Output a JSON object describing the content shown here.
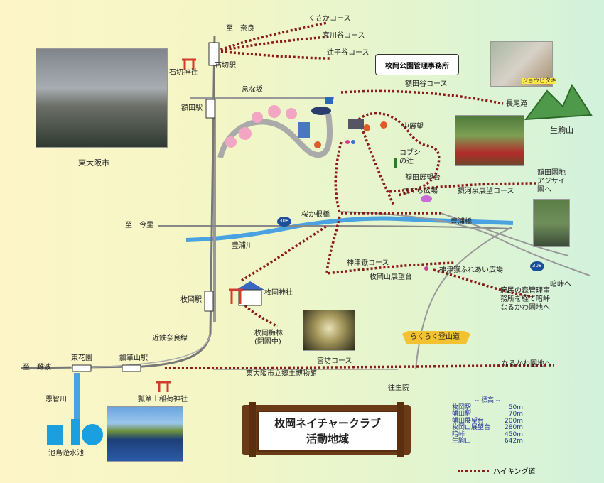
{
  "title": {
    "line1": "枚岡ネイチャークラブ",
    "line2": "活動地域"
  },
  "callout": "枚岡公園管理事務所",
  "places": {
    "nara": "至　奈良",
    "kusaka": "くさかコース",
    "miyagawadani": "宮川谷コース",
    "tsujikodani": "辻子谷コース",
    "isikiri_jinja": "石切神社",
    "isikiri_eki": "石切駅",
    "kyuna_saka": "急な坂",
    "nukatadani": "額田谷コース",
    "nagaodaki": "長尾滝",
    "ikomayama": "生駒山",
    "nukata_eki": "額田駅",
    "higashi_osaka": "東大阪市",
    "nakatenbou": "中展望",
    "kobushi": "コブシ\nの辻",
    "nukata_tenboudai": "額田展望台",
    "sakura_hiroba": "さくら広場",
    "nukata_en": "額田園地\nアジサイ\n園へ",
    "setsukawa": "摂河泉展望コース",
    "imazato": "至　今里",
    "kakagane": "桜か根橋",
    "toyourabashi": "豊浦橋",
    "toyouragawa": "豊浦川",
    "kamitsudake": "神津嶽コース",
    "hiraoka_tenboudai": "枚岡山展望台",
    "fureai": "神津嶽ふれあい広場",
    "kurotoge": "暗峠へ",
    "fumin_mori": "府民の森管理事\n務所を経て暗峠\nなるかわ園地へ",
    "hiraoka_jinja": "枚岡神社",
    "hiraoka_eki": "枚岡駅",
    "baien": "枚岡梅林\n(閉園中)",
    "kintetsu": "近鉄奈良線",
    "rakuraku": "らくらく登山道",
    "miyabata": "宮坊コース",
    "narukawa": "なるかわ園地へ",
    "museum": "東大阪市立郷土博物館",
    "ojouin": "往生院",
    "nanba": "至　難波",
    "higashi_hanazono": "東花園",
    "hyotan_eki": "瓢箪山駅",
    "onchigawa": "恩智川",
    "hyotan_jinja": "瓢箪山稲荷神社",
    "ikeshima": "池島遊水池",
    "route308_a": "308",
    "route308_b": "308",
    "jogibitaki": "ジョウビタキ"
  },
  "elevations": {
    "header": "標高",
    "rows": [
      {
        "name": "枚岡駅",
        "value": "50m"
      },
      {
        "name": "額田駅",
        "value": "70m"
      },
      {
        "name": "額田展望台",
        "value": "200m"
      },
      {
        "name": "枚岡山展望台",
        "value": "280m"
      },
      {
        "name": "暗峠",
        "value": "450m"
      },
      {
        "name": "生駒山",
        "value": "642m"
      }
    ]
  },
  "legend": {
    "hiking": "ハイキング道"
  },
  "colors": {
    "trail": "#8b1a1a",
    "river": "#4aa3e0",
    "rail": "#888888",
    "board": "#6b3a17",
    "mountain": "#4f9a4a"
  }
}
